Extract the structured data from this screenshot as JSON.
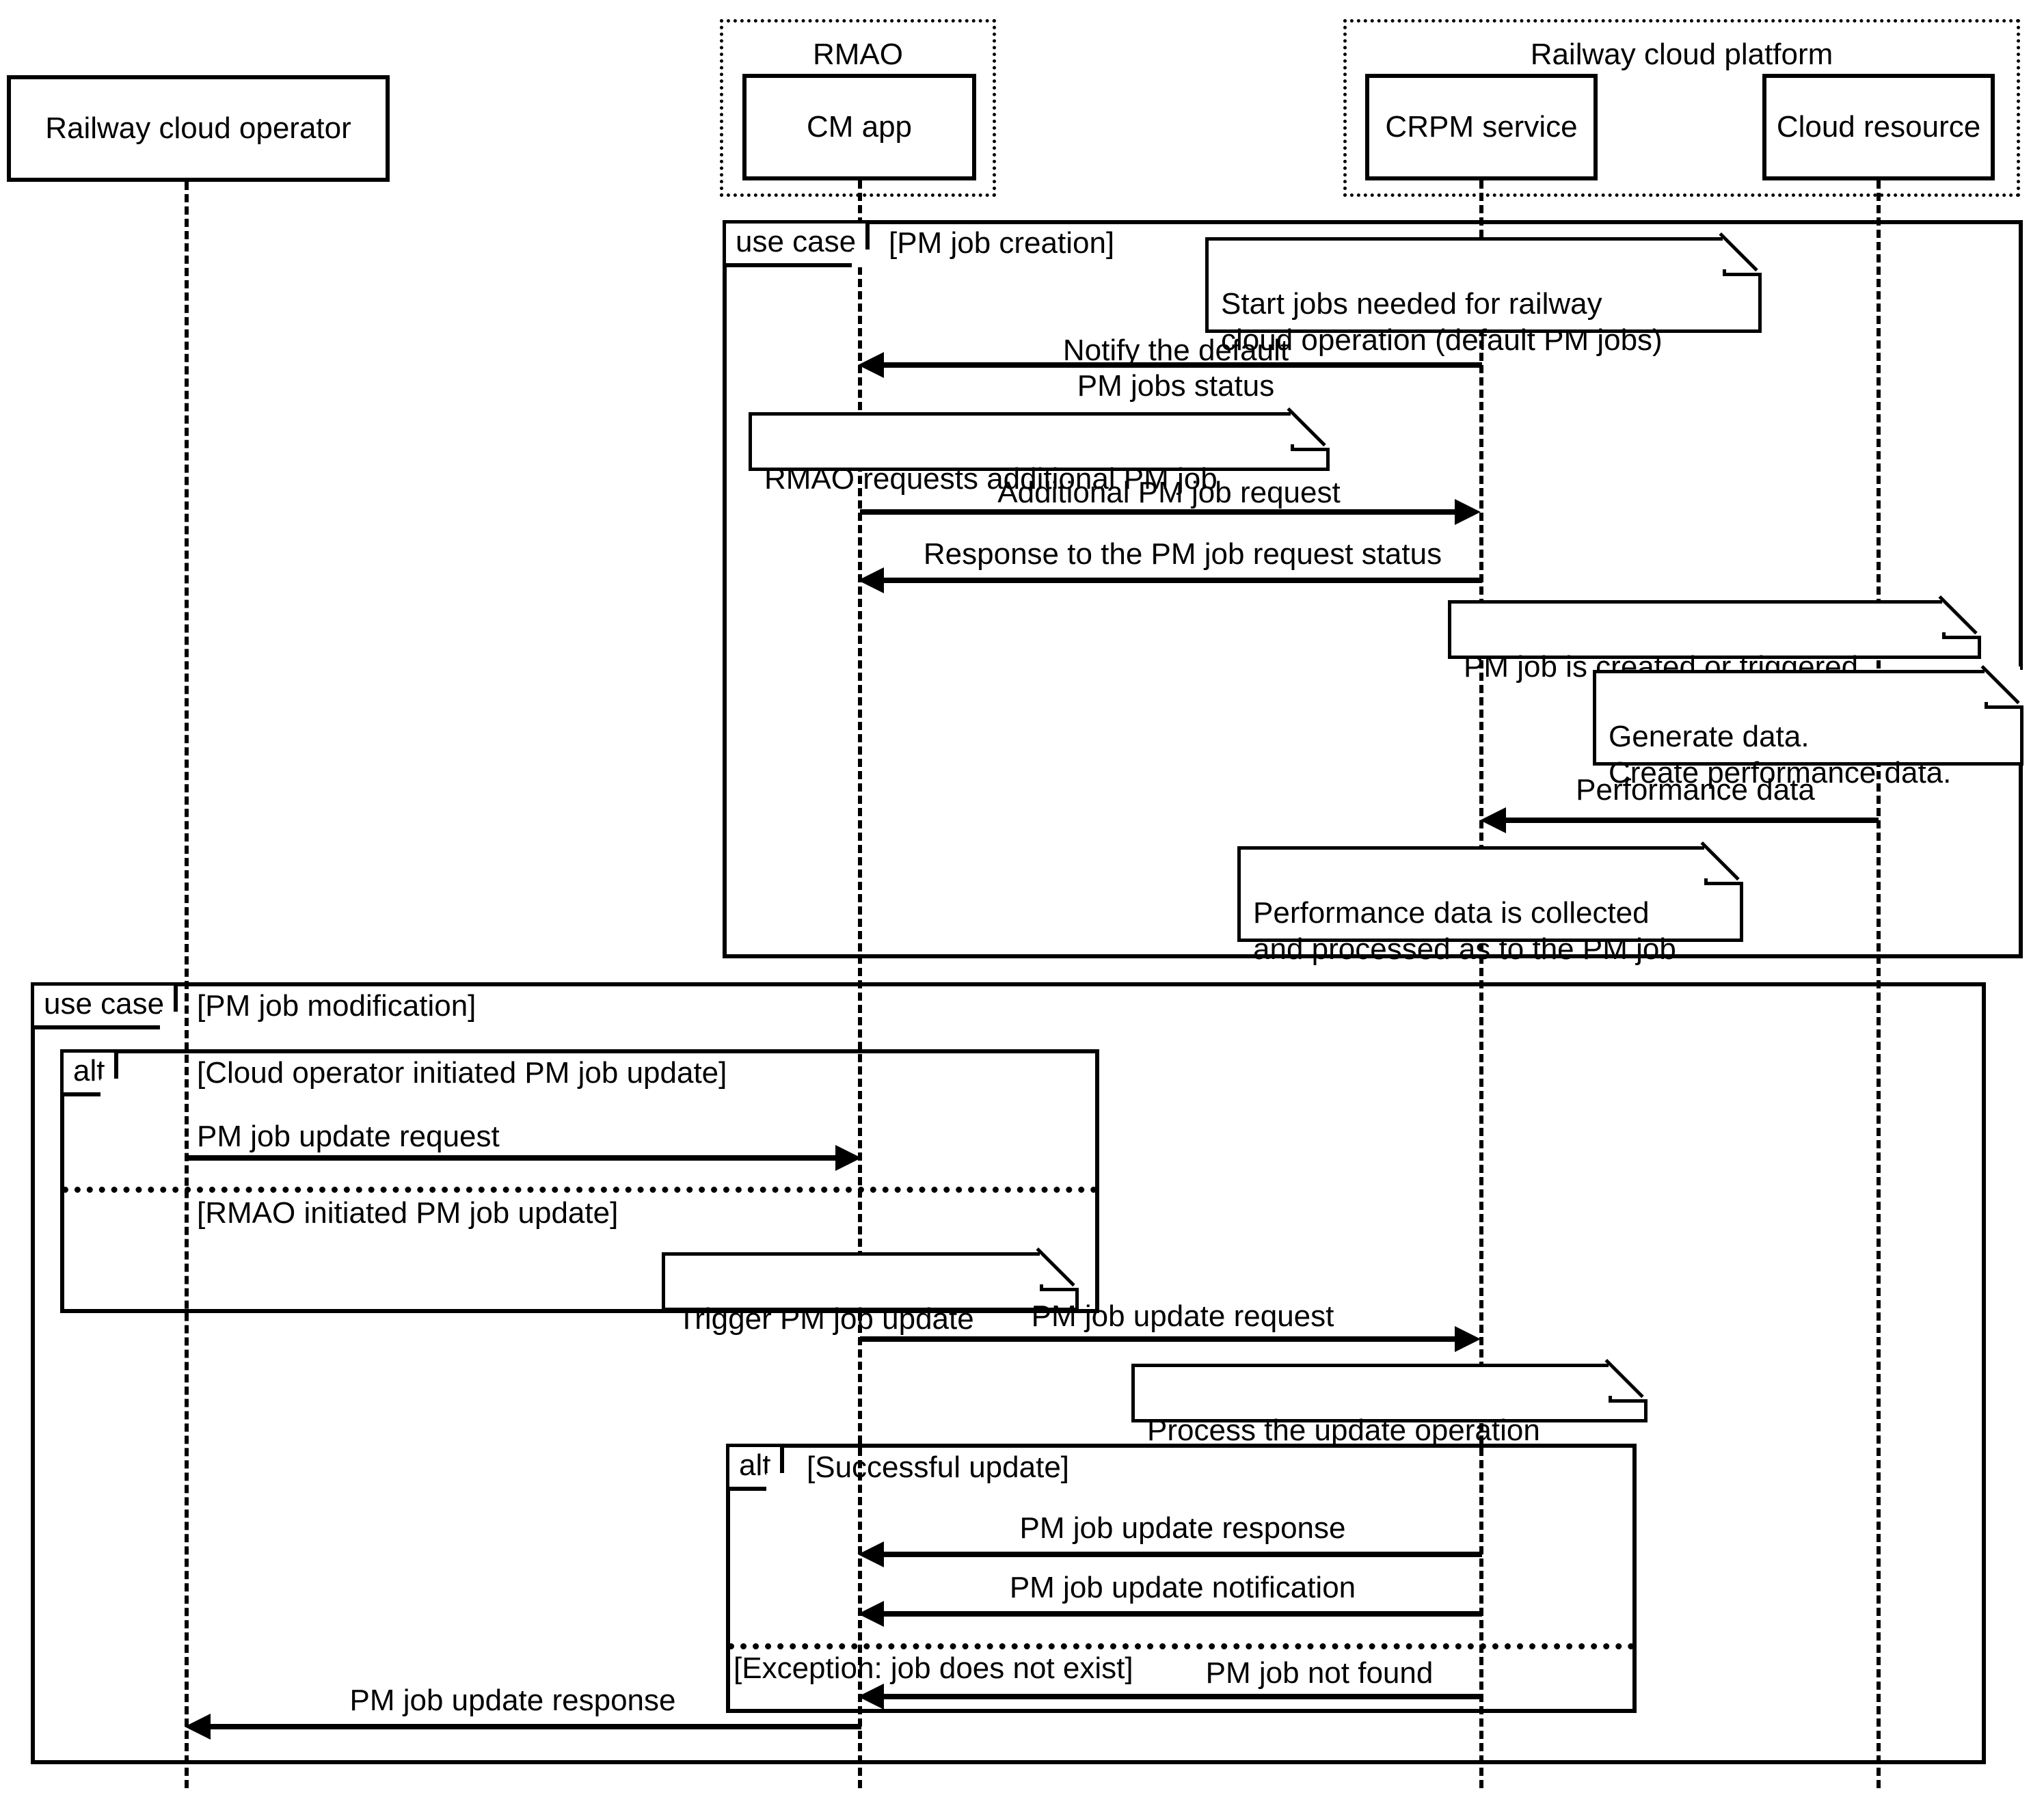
{
  "diagram": {
    "type": "uml-sequence-diagram",
    "participants": [
      {
        "id": "operator",
        "label": "Railway cloud operator",
        "group": null
      },
      {
        "id": "cmapp",
        "label": "CM app",
        "group": "RMAO"
      },
      {
        "id": "crpm",
        "label": "CRPM service",
        "group": "Railway cloud platform"
      },
      {
        "id": "cloudres",
        "label": "Cloud resource",
        "group": "Railway cloud platform"
      }
    ],
    "groups": [
      {
        "id": "rmao",
        "label": "RMAO"
      },
      {
        "id": "platform",
        "label": "Railway cloud platform"
      }
    ],
    "fragments": [
      {
        "id": "uc1",
        "kind": "use case",
        "condition": "[PM job creation]"
      },
      {
        "id": "uc2",
        "kind": "use case",
        "condition": "[PM  job modification]"
      },
      {
        "id": "alt1",
        "kind": "alt",
        "condition": "[Cloud operator initiated PM job update]",
        "else_condition": "[RMAO initiated PM job update]"
      },
      {
        "id": "alt2",
        "kind": "alt",
        "condition": "[Successful update]",
        "else_condition": "[Exception: job does not exist]"
      }
    ],
    "notes": [
      {
        "id": "n1",
        "text": "Start jobs needed for railway\ncloud operation (default PM jobs)"
      },
      {
        "id": "n2",
        "text": "RMAO requests additional PM job"
      },
      {
        "id": "n3",
        "text": "PM job is created or triggered"
      },
      {
        "id": "n4",
        "text": "Generate data.\nCreate performance data."
      },
      {
        "id": "n5",
        "text": "Performance data is collected\nand processed as to the PM job"
      },
      {
        "id": "n6",
        "text": "Trigger PM job update"
      },
      {
        "id": "n7",
        "text": "Process the update operation"
      }
    ],
    "messages": [
      {
        "id": "m1",
        "text": "Notify the default\nPM jobs status",
        "from": "crpm",
        "to": "cmapp",
        "direction": "left"
      },
      {
        "id": "m2",
        "text": "Additional PM job request",
        "from": "cmapp",
        "to": "crpm",
        "direction": "right"
      },
      {
        "id": "m3",
        "text": "Response to the PM job request status",
        "from": "crpm",
        "to": "cmapp",
        "direction": "left"
      },
      {
        "id": "m4",
        "text": "Performance data",
        "from": "cloudres",
        "to": "crpm",
        "direction": "left"
      },
      {
        "id": "m5",
        "text": "PM job update request",
        "from": "operator",
        "to": "cmapp",
        "direction": "right"
      },
      {
        "id": "m6",
        "text": "PM job update request",
        "from": "cmapp",
        "to": "crpm",
        "direction": "right"
      },
      {
        "id": "m7",
        "text": "PM job update response",
        "from": "crpm",
        "to": "cmapp",
        "direction": "left"
      },
      {
        "id": "m8",
        "text": "PM job update notification",
        "from": "crpm",
        "to": "cmapp",
        "direction": "left"
      },
      {
        "id": "m9",
        "text": "PM job not found",
        "from": "crpm",
        "to": "cmapp",
        "direction": "left"
      },
      {
        "id": "m10",
        "text": "PM job update response",
        "from": "cmapp",
        "to": "operator",
        "direction": "left"
      }
    ],
    "colors": {
      "stroke": "#000000",
      "background": "#ffffff"
    }
  }
}
